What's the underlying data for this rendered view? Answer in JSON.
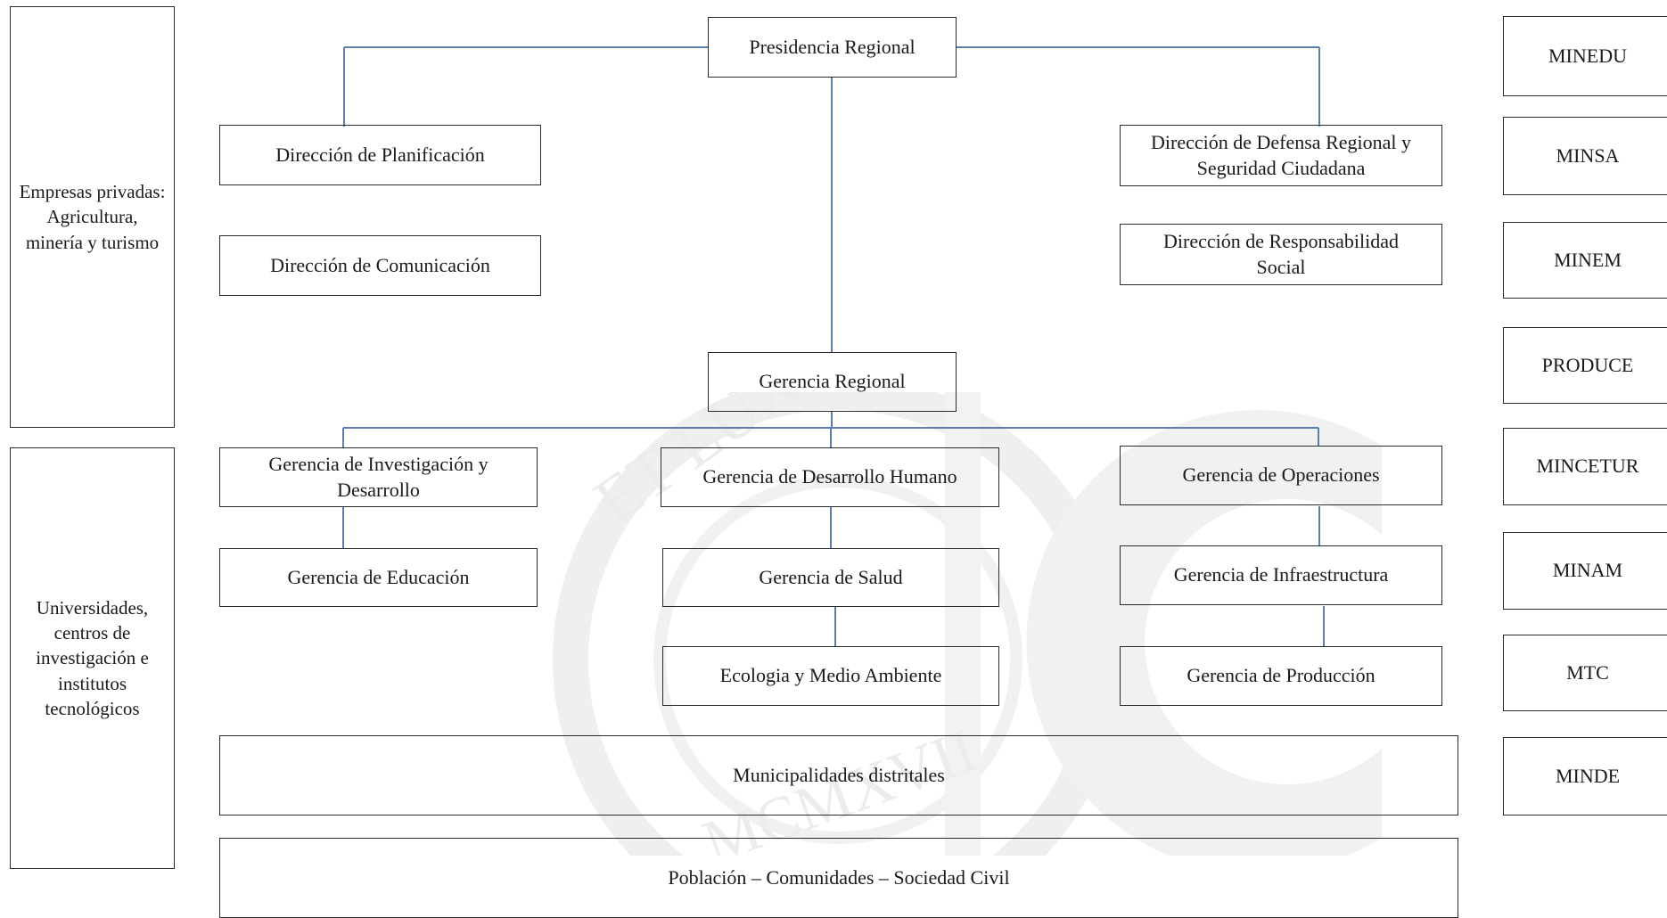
{
  "diagram": {
    "presidencia": "Presidencia Regional",
    "direccion_planificacion": "Dirección de Planificación",
    "direccion_comunicacion": "Dirección de Comunicación",
    "direccion_defensa": "Dirección de Defensa Regional y Seguridad Ciudadana",
    "direccion_responsabilidad": "Dirección de Responsabilidad Social",
    "gerencia_regional": "Gerencia Regional",
    "gerencia_investigacion": "Gerencia de Investigación y Desarrollo",
    "gerencia_desarrollo_humano": "Gerencia de Desarrollo Humano",
    "gerencia_operaciones": "Gerencia de Operaciones",
    "gerencia_educacion": "Gerencia de Educación",
    "gerencia_salud": "Gerencia de Salud",
    "gerencia_infraestructura": "Gerencia de Infraestructura",
    "ecologia": "Ecologia y Medio Ambiente",
    "gerencia_produccion": "Gerencia de Producción",
    "municipalidades": "Municipalidades distritales",
    "poblacion": "Población – Comunidades – Sociedad Civil"
  },
  "left_panel": {
    "empresas": "Empresas privadas: Agricultura, minería y turismo",
    "universidades": "Universidades, centros de investigación e institutos tecnológicos"
  },
  "ministries": [
    "MINEDU",
    "MINSA",
    "MINEM",
    "PRODUCE",
    "MINCETUR",
    "MINAM",
    "MTC",
    "MINDE"
  ],
  "watermark": {
    "motto": "ET LUX IN TENEBRIS LUCET",
    "year": "MCMXVII"
  },
  "colors": {
    "connector": "#5b7fa6",
    "border": "#2b2b2b",
    "watermark": "#eeeeee"
  }
}
